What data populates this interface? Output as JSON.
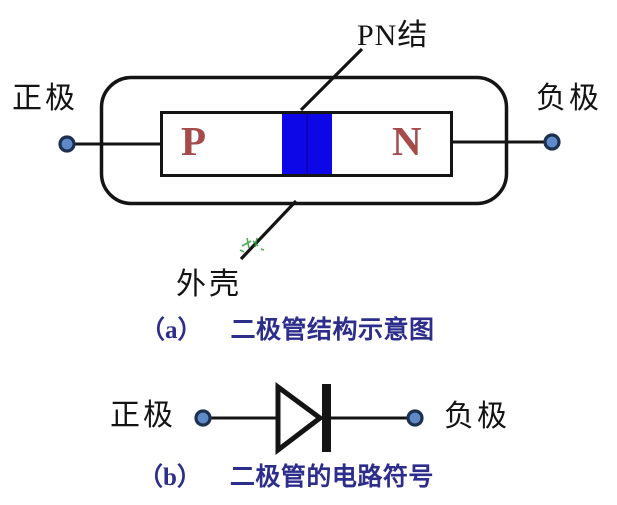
{
  "section_a": {
    "pn_junction_label": "PN结",
    "anode_label": "正极",
    "cathode_label": "负极",
    "shell_label": "外壳",
    "p_region_label": "P",
    "n_region_label": "N",
    "caption_index": "（a）",
    "caption_text": "二极管结构示意图"
  },
  "section_b": {
    "anode_label": "正极",
    "cathode_label": "负极",
    "caption_index": "（b）",
    "caption_text": "二极管的电路符号"
  },
  "colors": {
    "junction_blue": "#0d07e8",
    "junction_divider": "#0b05b6",
    "region_letter_red": "#a64b4b",
    "terminal_fill": "#5e8bc8",
    "terminal_ring": "#1e3050",
    "caption_navy": "#2d2d8c",
    "line_black": "#141414",
    "watermark_green": "#2f9e40"
  }
}
